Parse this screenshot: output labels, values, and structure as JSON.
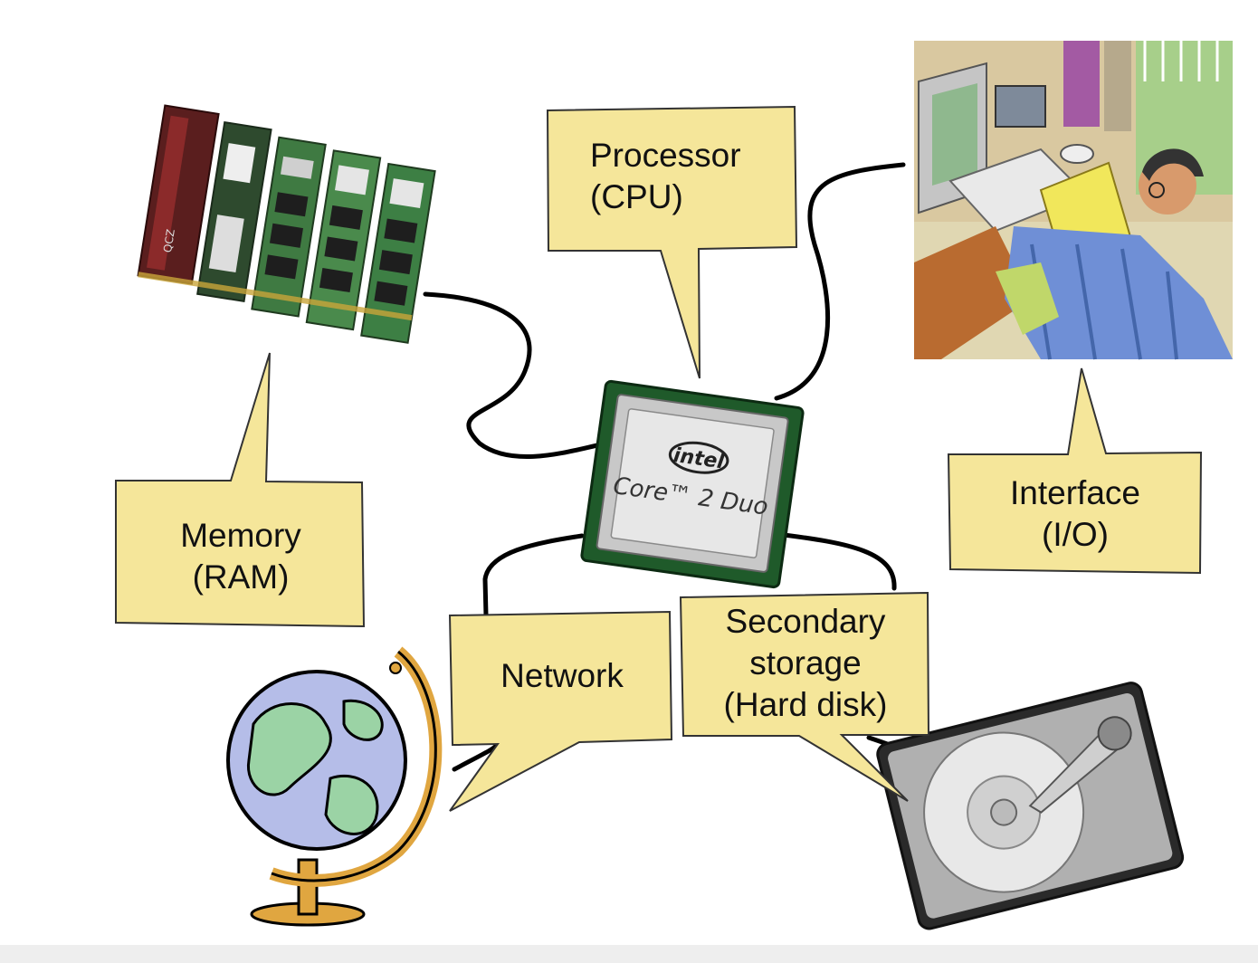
{
  "callouts": {
    "processor": {
      "line1": "Processor",
      "line2": "(CPU)"
    },
    "memory": {
      "line1": "Memory",
      "line2": "(RAM)"
    },
    "interface": {
      "line1": "Interface",
      "line2": "(I/O)"
    },
    "network": {
      "line1": "Network"
    },
    "storage": {
      "line1": "Secondary",
      "line2": "storage",
      "line3": "(Hard disk)"
    }
  },
  "cpu_chip": {
    "brand": "intel",
    "model": "Core™ 2 Duo"
  },
  "ram_stick_label": "QCZ",
  "colors": {
    "callout_fill": "#f5e69a",
    "callout_stroke": "#333333",
    "wire": "#000000",
    "globe_land": "#9bd3a5",
    "globe_sea": "#b5bde8",
    "globe_stand": "#e0a640"
  },
  "icons": [
    "ram-modules-icon",
    "cpu-chip-icon",
    "office-worker-icon",
    "globe-icon",
    "hard-disk-icon"
  ]
}
